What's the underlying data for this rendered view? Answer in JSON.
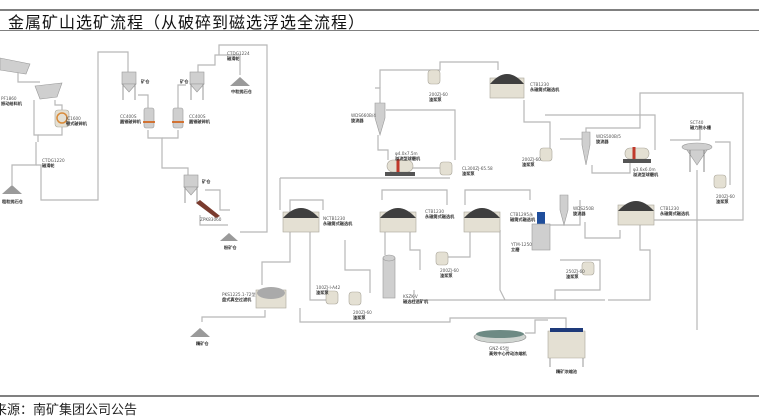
{
  "title": "金属矿山选矿流程（从破碎到磁选浮选全流程）",
  "source": "来源：南矿集团公司公告",
  "equipment": {
    "feeder": {
      "model": "PF1860",
      "name": "振动给料机"
    },
    "jaw": {
      "model": "JC1600",
      "name": "颚式破碎机"
    },
    "pulley1": {
      "model": "CTDG1220",
      "name": "磁滑轮"
    },
    "pile1": {
      "name": "粗粒抛石仓"
    },
    "bin": {
      "name": "矿仓"
    },
    "cone1": {
      "model": "CC400S",
      "name": "圆锥破碎机"
    },
    "cone2": {
      "model": "CC400S",
      "name": "圆锥破碎机"
    },
    "pulley2": {
      "model": "CTDG1224",
      "name": "磁滑轮"
    },
    "pile2": {
      "name": "中粒抛石仓"
    },
    "screen": {
      "model": "ZPK83060"
    },
    "pile3": {
      "name": "粉矿仓"
    },
    "cyclone1": {
      "model": "WDS660B/4",
      "name": "旋流器"
    },
    "pump1": {
      "model": "200ZJ-60",
      "name": "渣浆泵"
    },
    "drum1": {
      "model": "CTB1230",
      "name": "永磁筒式磁选机"
    },
    "mill1": {
      "model": "φ4.0x7.5m",
      "name": "溢流型球磨机"
    },
    "pump2": {
      "model": "CL300ZJ-65.58",
      "name": "渣浆泵"
    },
    "cyclone2": {
      "model": "WDS500B/5",
      "name": "旋流器"
    },
    "pump3": {
      "model": "200ZJ-60",
      "name": "渣浆泵"
    },
    "mill2": {
      "model": "φ3.6x6.0m",
      "name": "溢流型球磨机"
    },
    "sct": {
      "model": "SCT40",
      "name": "磁力脱水槽"
    },
    "pump4": {
      "model": "200ZJ-60",
      "name": "渣浆泵"
    },
    "drum2": {
      "model": "NCTB1230",
      "name": "永磁筒式磁选机"
    },
    "drum3": {
      "model": "CTB1230",
      "name": "永磁筒式磁选机"
    },
    "drum4": {
      "model": "CTB1295永",
      "name": "磁筒式磁选机"
    },
    "vertmill": {
      "model": "YTM-1250",
      "name": "立磨"
    },
    "cyclone3": {
      "model": "WDS250B",
      "name": "旋流器"
    },
    "drum5": {
      "model": "CTB1230",
      "name": "永磁筒式磁选机"
    },
    "pump5": {
      "model": "200ZJ-60",
      "name": "渣浆泵"
    },
    "pump6": {
      "model": "250ZJ-60",
      "name": "渣浆泵"
    },
    "filter": {
      "model": "PKS1225.1-72型",
      "name": "盘式真空过滤机"
    },
    "pile4": {
      "name": "精矿仓"
    },
    "pump7": {
      "model": "100ZJ-I-A42",
      "name": "渣浆泵"
    },
    "pump8": {
      "model": "200ZJ-60",
      "name": "渣浆泵"
    },
    "column": {
      "model": "KSZK-V",
      "name": "磁选柱选矿机"
    },
    "thickener": {
      "model": "GNZ-65型",
      "name": "高效中心传动浓缩机"
    },
    "tank": {
      "name": "精矿浓缩池"
    }
  },
  "colors": {
    "pipe": "#b8b8b8",
    "drum": "#3f3f3f",
    "body": "#e4e0d3",
    "mill_ring": "#c0392b",
    "motor": "#1f4e9c"
  }
}
